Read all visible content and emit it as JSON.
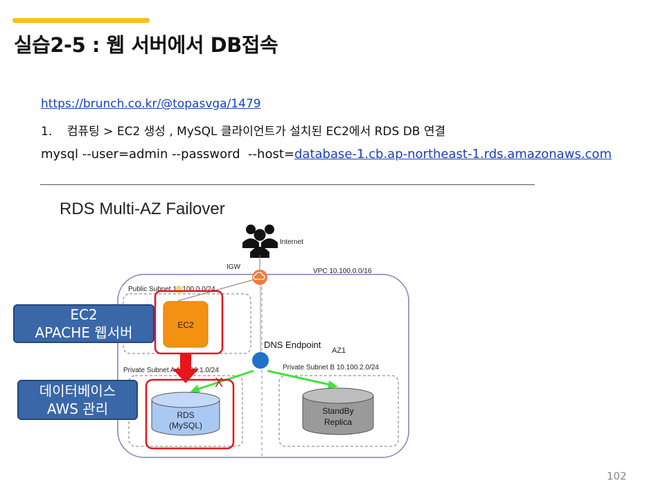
{
  "slide": {
    "title": "실습2-5 : 웹 서버에서 DB접속",
    "page_number": "102",
    "accent_color": "#f6c21c"
  },
  "content": {
    "link_url": "https://brunch.co.kr/@topasvga/1479",
    "step_number": "1.",
    "step_text": "컴퓨팅 > EC2 생성  ,  MySQL 클라이언트가 설치된 EC2에서 RDS DB 연결",
    "command_prefix": "mysql --user=admin --password  --host=",
    "command_host": "database-1.cb.ap-northeast-1.rds.amazonaws.com"
  },
  "diagram": {
    "title": "RDS Multi-AZ Failover",
    "internet_label": "Internet",
    "igw_label": "IGW",
    "vpc_label": "VPC 10.100.0.0/16",
    "public_subnet_label": "Public Subnet 10.100.0.0/24",
    "private_subnet_a_label": "Private Subnet A 10.100.1.0/24",
    "private_subnet_b_label": "Private Subnet B 10.100.2.0/24",
    "az1_label": "AZ1",
    "dns_label": "DNS Endpoint",
    "ec2_label": "EC2",
    "rds_line1": "RDS",
    "rds_line2": "(MySQL)",
    "standby_line1": "StandBy",
    "standby_line2": "Replica",
    "x_mark": "X",
    "colors": {
      "highlight_red": "#e8141b",
      "ec2_orange": "#f39212",
      "rds_blue": "#a9c8f2",
      "dns_blue": "#1f72c7",
      "arrow_green": "#41e33a",
      "callout_blue": "#3a67a8"
    }
  },
  "callouts": {
    "ec2_line1": "EC2",
    "ec2_line2": "APACHE 웹서버",
    "db_line1": "데이터베이스",
    "db_line2": "AWS 관리"
  }
}
